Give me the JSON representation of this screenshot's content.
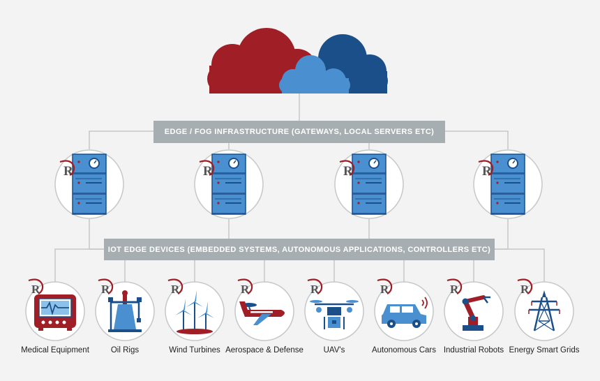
{
  "diagram": {
    "cloud": {
      "colors": [
        "#a01e25",
        "#1a4f8a",
        "#4a90d0"
      ]
    },
    "edge_banner": "EDGE / FOG INFRASTRUCTURE (GATEWAYS, LOCAL SERVERS ETC)",
    "iot_banner": "IOT EDGE DEVICES (EMBEDDED SYSTEMS, AUTONOMOUS APPLICATIONS, CONTROLLERS ETC)",
    "logo_letter": "R",
    "servers": [
      {
        "icon": "server-icon"
      },
      {
        "icon": "server-icon"
      },
      {
        "icon": "server-icon"
      },
      {
        "icon": "server-icon"
      }
    ],
    "devices": [
      {
        "label": "Medical Equipment",
        "icon": "medical-monitor-icon"
      },
      {
        "label": "Oil Rigs",
        "icon": "oil-rig-icon"
      },
      {
        "label": "Wind Turbines",
        "icon": "wind-turbine-icon"
      },
      {
        "label": "Aerospace & Defense",
        "icon": "airplane-icon"
      },
      {
        "label": "UAV's",
        "icon": "drone-icon"
      },
      {
        "label": "Autonomous Cars",
        "icon": "car-icon"
      },
      {
        "label": "Industrial Robots",
        "icon": "robot-arm-icon"
      },
      {
        "label": "Energy Smart Grids",
        "icon": "power-tower-icon"
      }
    ],
    "colors": {
      "red": "#a01e25",
      "navy": "#1a4f8a",
      "blue": "#4a90d0",
      "banner": "#a7aeb1",
      "line": "#c4c8ca"
    }
  }
}
